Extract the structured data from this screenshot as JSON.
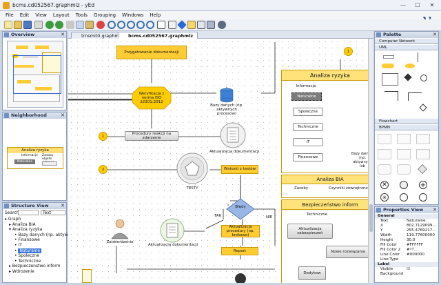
{
  "window": {
    "title": "bcms.cd052567.graphmlz - yEd",
    "minimize": "—",
    "maximize": "☐",
    "close": "✕"
  },
  "menu": [
    "File",
    "Edit",
    "View",
    "Layout",
    "Tools",
    "Grouping",
    "Windows",
    "Help"
  ],
  "tabs": [
    {
      "label": "trnsmit0.graphml"
    },
    {
      "label": "bcms.cd052567.graphmlz"
    }
  ],
  "panels": {
    "overview": "Overview",
    "neighborhood": "Neighborhood",
    "structure": "Structure View",
    "palette": "Palette",
    "properties": "Properties View"
  },
  "neighborhood": {
    "group": "Analiza ryzyka",
    "n1": "Informacje",
    "n2": "Zasoby objete ochrona",
    "n3": "Naturalne"
  },
  "structure": {
    "search_label": "Search",
    "search_value": "",
    "mode": "Text",
    "items": [
      "Graph",
      "Analiza BIA",
      "Analiza ryzyka",
      "Bazy danych (np. aktywn)",
      "Finansowe",
      "IT",
      "Naturalne",
      "Spoleczne",
      "Techniczne",
      "Bezpieczenstwo inform",
      "Wdrozenie"
    ]
  },
  "palette": {
    "selector": "Computer Network",
    "sections": [
      "UML",
      "Flowchart",
      "BPMN"
    ]
  },
  "properties": {
    "group_general": "General",
    "rows": [
      {
        "k": "Text",
        "v": "Naturalne"
      },
      {
        "k": "X",
        "v": "802.7129099..."
      },
      {
        "k": "Y",
        "v": "255.4769217..."
      },
      {
        "k": "Width",
        "v": "119.77600000"
      },
      {
        "k": "Height",
        "v": "30.0"
      },
      {
        "k": "Fill Color",
        "v": "#FFFFFF"
      },
      {
        "k": "Fill Color 2",
        "v": "#??..."
      },
      {
        "k": "Line Color",
        "v": "#000000"
      },
      {
        "k": "Line Type",
        "v": ""
      }
    ],
    "group_label": "Label",
    "label_rows": [
      {
        "k": "Visible",
        "v": "☑"
      },
      {
        "k": "Background",
        "v": ""
      }
    ]
  },
  "diagram": {
    "n_przygotowanie": "Przygotowanie dokumentacji",
    "n_weryfikacja": "Weryfikacja z norma ISO 22301:2012",
    "n_bazy": "Bazy danych (np. aktywnych procesów)",
    "n_procedury": "Procedury reakcji na zdarzenie",
    "n_aktualizacja1": "Aktualizacja dokumentacji",
    "n_wnioski": "Wnioski z testów",
    "n_testy": "TESTY",
    "n_bledy": "Błędy",
    "n_tak": "TAK",
    "n_nie": "NIE",
    "n_aktualizacja_proc": "Aktualizacja procedury (np. krokowe)",
    "n_report": "Report",
    "n_aktualizacja2": "Aktualizacja dokumentacji",
    "n_zatwierdzenie": "Zatwierdzenie",
    "c1": "1",
    "c2": "2",
    "c_top": "1",
    "g_ryzyka": "Analiza ryzyka",
    "g_informacje": "Informacje",
    "g_naturalne": "Naturalne",
    "g_spoleczne": "Społeczne",
    "g_techniczne": "Techniczne",
    "g_it": "IT",
    "g_finansowe": "Finansowe",
    "g_bazy_side": "Bazy danych (np. aktywnych lub",
    "g_bia": "Analiza BIA",
    "g_zasoby": "Zasoby",
    "g_czynniki": "Czynniki zewnętrzne",
    "g_bezp": "Bezpieczeństwo inform",
    "g_techniczne2": "Techniczne",
    "g_aktual_zab": "Aktualizacja zabezpieczeń",
    "g_nowe": "Nowe rozwiązania",
    "g_dedykowane": "Dedykow"
  }
}
